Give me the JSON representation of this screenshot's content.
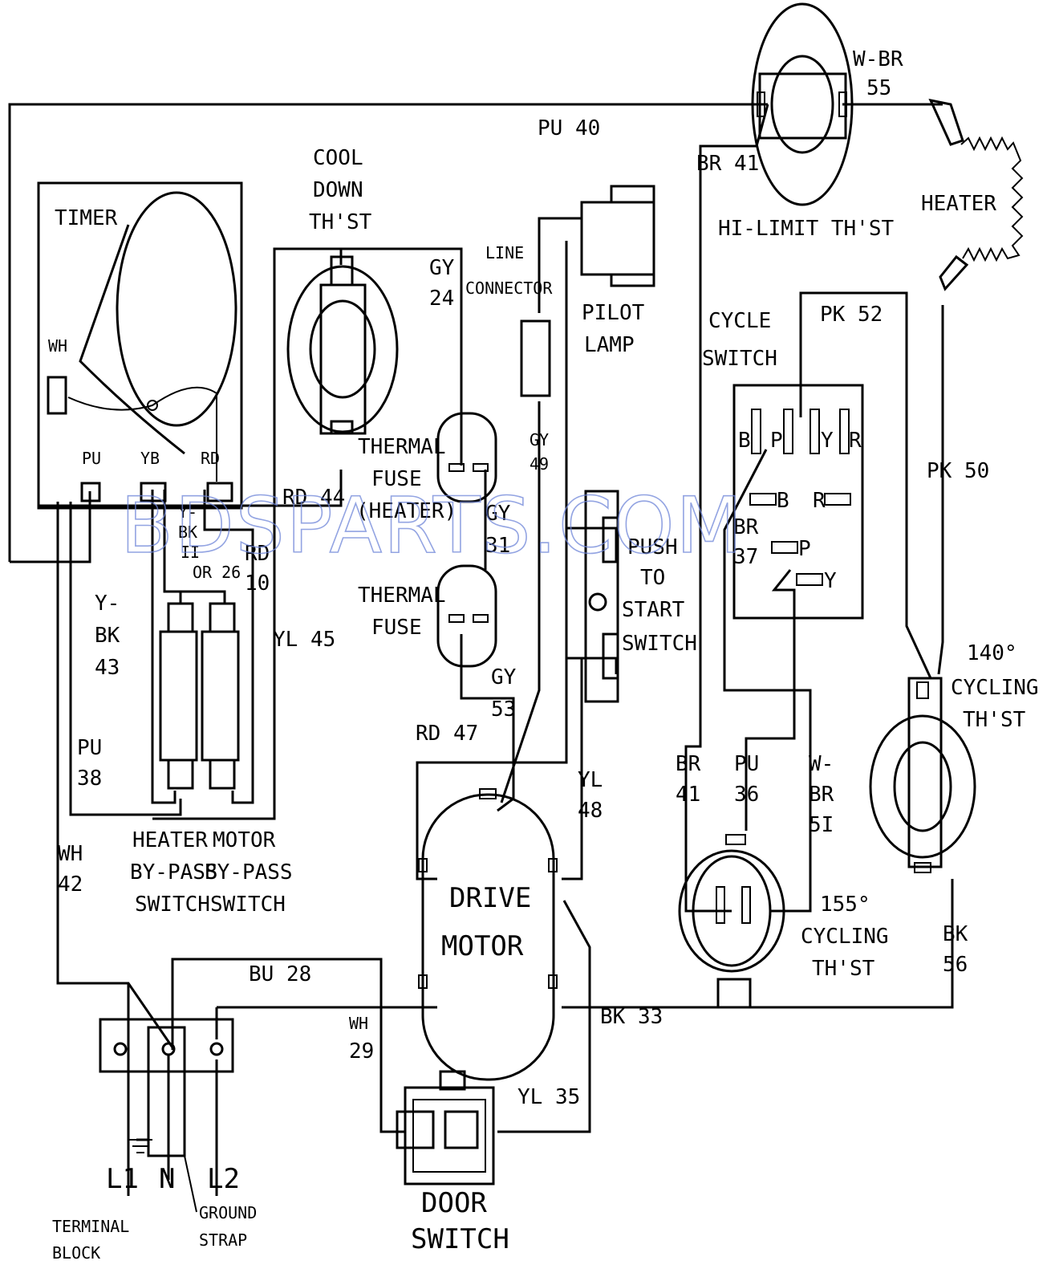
{
  "watermark": "BDSPARTS.COM",
  "components": {
    "timer": "TIMER",
    "cool_down_thst": [
      "COOL",
      "DOWN",
      "TH'ST"
    ],
    "line_connector": [
      "LINE",
      "CONNECTOR"
    ],
    "pilot_lamp": [
      "PILOT",
      "LAMP"
    ],
    "hi_limit_thst": "HI-LIMIT TH'ST",
    "heater": "HEATER",
    "cycle_switch": [
      "CYCLE",
      "SWITCH"
    ],
    "thermal_fuse_heater": [
      "THERMAL",
      "FUSE",
      "(HEATER)"
    ],
    "thermal_fuse": [
      "THERMAL",
      "FUSE"
    ],
    "push_to_start": [
      "PUSH",
      "TO",
      "START",
      "SWITCH"
    ],
    "drive_motor": [
      "DRIVE",
      "MOTOR"
    ],
    "heater_bypass": [
      "HEATER",
      "BY-PASS",
      "SWITCH"
    ],
    "motor_bypass": [
      "MOTOR",
      "BY-PASS",
      "SWITCH"
    ],
    "cycling_155": [
      "155°",
      "CYCLING",
      "TH'ST"
    ],
    "cycling_140": [
      "140°",
      "CYCLING",
      "TH'ST"
    ],
    "door_switch": [
      "DOOR",
      "SWITCH"
    ],
    "terminal_block": [
      "TERMINAL",
      "BLOCK"
    ],
    "ground_strap": [
      "GROUND",
      "STRAP"
    ]
  },
  "terminals": {
    "timer_wh": "WH",
    "timer_pu": "PU",
    "timer_yb": "YB",
    "timer_rd": "RD",
    "cs_b1": "B",
    "cs_p1": "P",
    "cs_y1": "Y",
    "cs_r1": "R",
    "cs_b2": "B",
    "cs_r2": "R",
    "cs_p2": "P",
    "cs_y2": "Y",
    "l1": "L1",
    "n": "N",
    "l2": "L2"
  },
  "wires": {
    "pu40": "PU 40",
    "wbr55": [
      "W-BR",
      "55"
    ],
    "br41_top": "BR 41",
    "gy24": [
      "GY",
      "24"
    ],
    "pk52": "PK 52",
    "pk50": "PK 50",
    "gy49": [
      "GY",
      "49"
    ],
    "rd44": "RD 44",
    "gy31": [
      "GY",
      "31"
    ],
    "ybk11": [
      "Y-",
      "BK",
      "II"
    ],
    "or26": "OR 26",
    "rd10": [
      "RD",
      "10"
    ],
    "yl45": "YL 45",
    "ybk43": [
      "Y-",
      "BK",
      "43"
    ],
    "br37": [
      "BR",
      "37"
    ],
    "gy53": [
      "GY",
      "53"
    ],
    "rd47": "RD 47",
    "pu38": [
      "PU",
      "38"
    ],
    "yl48": [
      "YL",
      "48"
    ],
    "br41_low": [
      "BR",
      "41"
    ],
    "pu36": [
      "PU",
      "36"
    ],
    "wbr51": [
      "W-",
      "BR",
      "5I"
    ],
    "wh42": [
      "WH",
      "42"
    ],
    "bu28": "BU 28",
    "bk56": [
      "BK",
      "56"
    ],
    "bk33": "BK 33",
    "wh29": [
      "WH",
      "29"
    ],
    "yl35": "YL 35"
  }
}
